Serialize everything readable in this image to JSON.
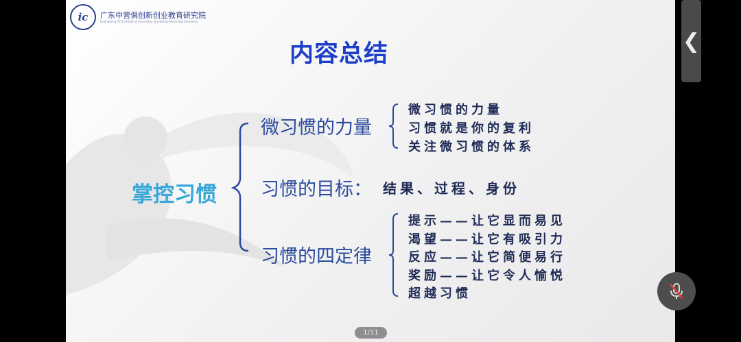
{
  "header": {
    "logo_mark": "ic",
    "org_name_cn": "广东中营俱创新创业教育研究院",
    "org_name_en": "Guangdong ZYJ Institute of Innovation and Entrepreneurship Education"
  },
  "slide": {
    "title": "内容总结",
    "root": "掌控习惯",
    "branches": [
      {
        "label": "微习惯的力量",
        "items": [
          "微习惯的力量",
          "习惯就是你的复利",
          "关注微习惯的体系"
        ]
      },
      {
        "label": "习惯的目标：",
        "inline": "结果、过程、身份"
      },
      {
        "label": "习惯的四定律",
        "items": [
          "提示——让它显而易见",
          "渴望——让它有吸引力",
          "反应——让它简便易行",
          "奖励——让它令人愉悦",
          "超越习惯"
        ]
      }
    ]
  },
  "pager": {
    "label": "1/11"
  },
  "controls": {
    "collapse_glyph": "❮"
  }
}
